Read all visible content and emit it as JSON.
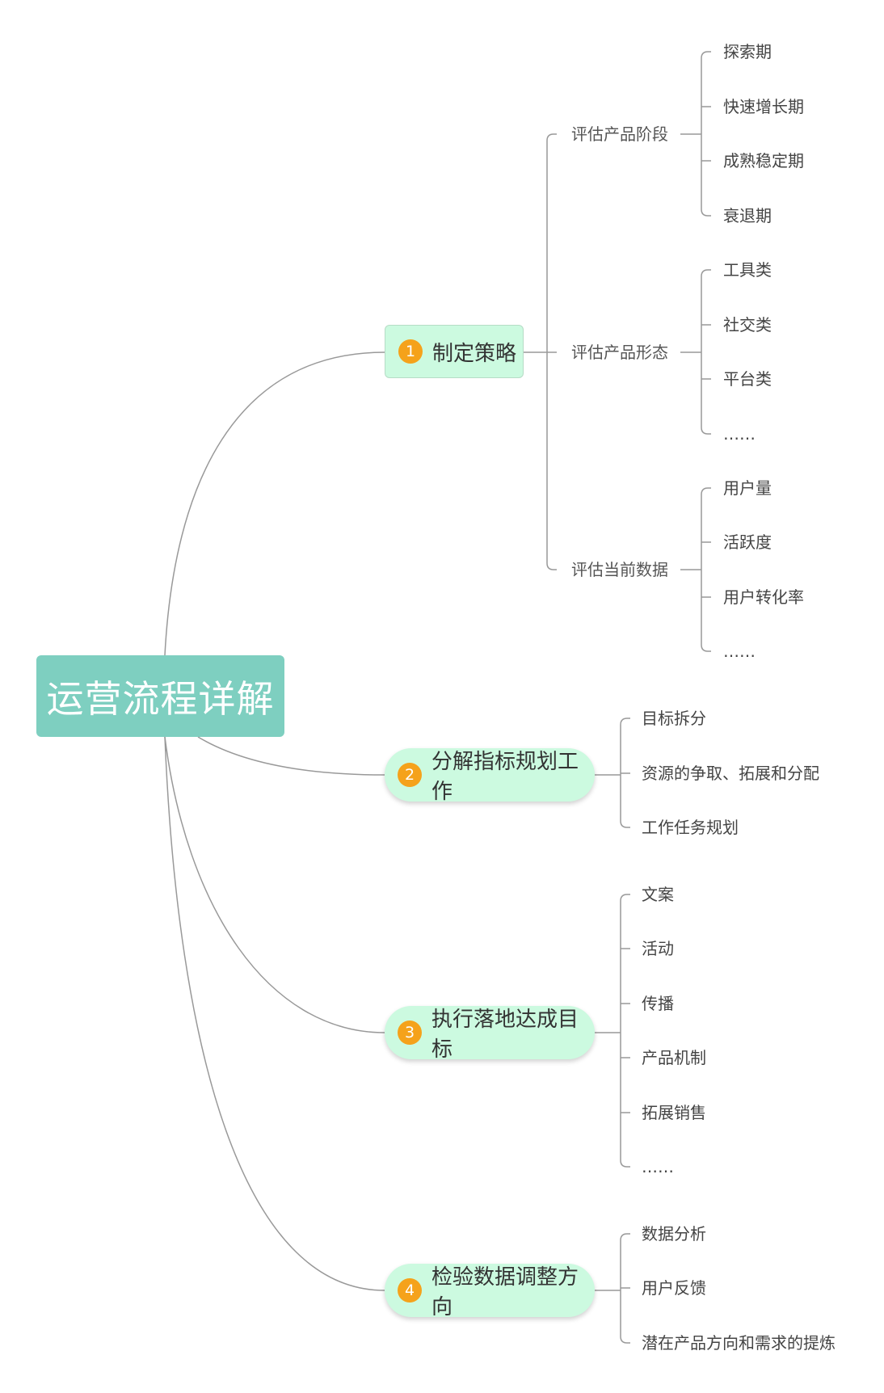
{
  "root": "运营流程详解",
  "branches": [
    {
      "num": "1",
      "label": "制定策略",
      "children": [
        {
          "label": "评估产品阶段",
          "children": [
            "探索期",
            "快速增长期",
            "成熟稳定期",
            "衰退期"
          ]
        },
        {
          "label": "评估产品形态",
          "children": [
            "工具类",
            "社交类",
            "平台类",
            "……"
          ]
        },
        {
          "label": "评估当前数据",
          "children": [
            "用户量",
            "活跃度",
            "用户转化率",
            "……"
          ]
        }
      ]
    },
    {
      "num": "2",
      "label": "分解指标规划工作",
      "children": [
        "目标拆分",
        "资源的争取、拓展和分配",
        "工作任务规划"
      ]
    },
    {
      "num": "3",
      "label": "执行落地达成目标",
      "children": [
        "文案",
        "活动",
        "传播",
        "产品机制",
        "拓展销售",
        "……"
      ]
    },
    {
      "num": "4",
      "label": "检验数据调整方向",
      "children": [
        "数据分析",
        "用户反馈",
        "潜在产品方向和需求的提炼"
      ]
    }
  ],
  "colors": {
    "root_bg": "#7ecfc0",
    "branch_bg": "#ccfae0",
    "number_badge": "#f5a21b",
    "connector": "#999999"
  }
}
